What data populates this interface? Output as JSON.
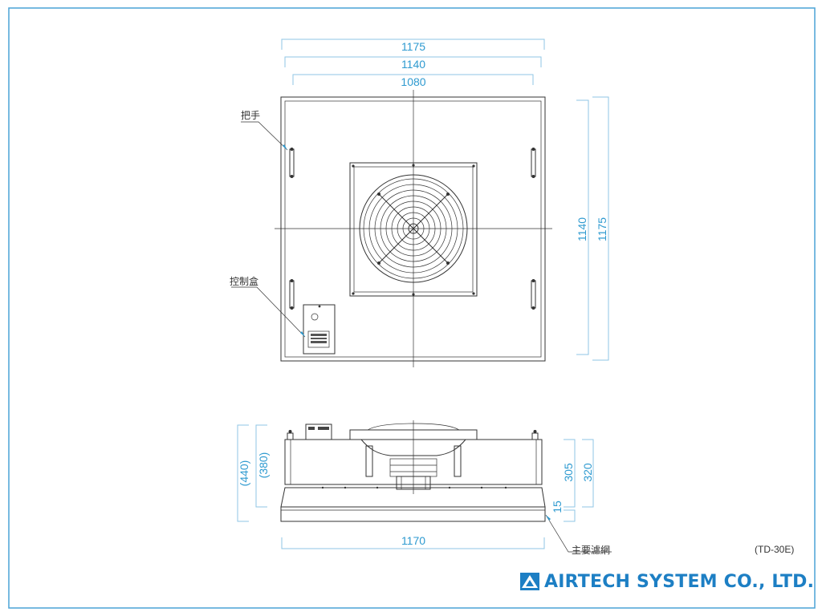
{
  "top_view": {
    "dimensions": {
      "width_outer": "1175",
      "width_mid": "1140",
      "width_inner": "1080",
      "height_mid": "1140",
      "height_outer": "1175"
    },
    "labels": {
      "handle": "把手",
      "control_box": "控制盒"
    }
  },
  "side_view": {
    "dimensions": {
      "overall_height": "(440)",
      "body_height": "(380)",
      "frame_305": "305",
      "frame_320": "320",
      "filter_15": "15",
      "width_1170": "1170"
    },
    "labels": {
      "main_filter": "主要濾網"
    }
  },
  "model": "(TD-30E)",
  "company": "AIRTECH SYSTEM CO., LTD.",
  "colors": {
    "dimension": "#2e9ad0",
    "brand": "#1d7fc4",
    "border": "#4aa3d6"
  }
}
